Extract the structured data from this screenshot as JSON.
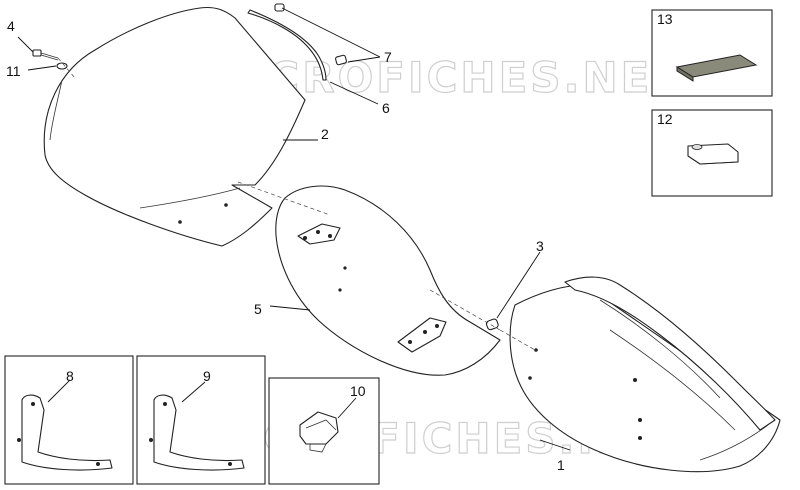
{
  "watermark": "MICROFICHES.NET",
  "callouts": [
    "1",
    "2",
    "3",
    "4",
    "5",
    "6",
    "7",
    "8",
    "9",
    "10",
    "11",
    "12",
    "13"
  ],
  "colors": {
    "line": "#222222",
    "watermark": "#cfcfcf",
    "pad": "#8a8a7a"
  }
}
